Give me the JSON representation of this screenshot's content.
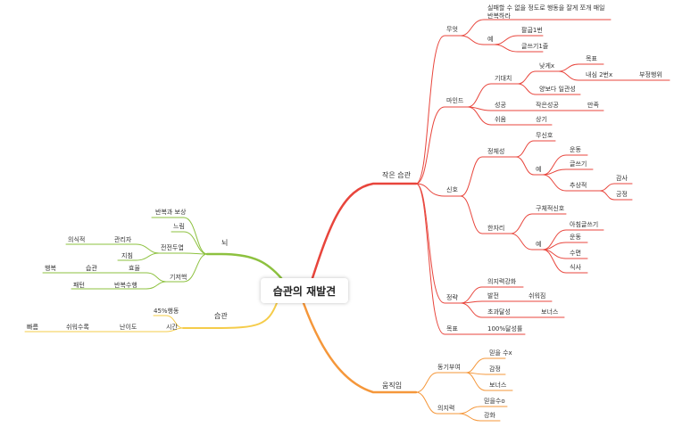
{
  "root": "습관의 재발견",
  "colors": {
    "red": "#e8453c",
    "orange": "#f5973a",
    "green": "#8dc13f",
    "yellow": "#f5cc4a"
  },
  "right_top": {
    "label": "작은 습관",
    "what": {
      "label": "무엇",
      "text": "실패할 수 없을 정도로 행동을 잘게 쪼개 매일 반복하라",
      "example": {
        "label": "예",
        "items": [
          "팔굽1번",
          "글쓰기1줄"
        ]
      }
    },
    "mind": {
      "label": "마인드",
      "expect": {
        "label": "기대치",
        "low": "낮게x",
        "goal": "목표",
        "inner": "내심 2번x",
        "negative": "부정행위",
        "consistency": "양보다 일관성"
      },
      "success": {
        "label": "성공",
        "small": "작은성공",
        "satisfy": "만족"
      },
      "rest": {
        "label": "쉬움",
        "note": "상기"
      }
    },
    "signal": {
      "label": "신호",
      "identity": {
        "label": "정체성",
        "cue": "무신호",
        "ex": "예",
        "items": [
          "운동",
          "글쓰기"
        ],
        "abstract": "추상적",
        "abstract_items": [
          "감사",
          "긍정"
        ]
      },
      "seat": {
        "label": "한자리",
        "concrete": "구체적신호",
        "ex": "예",
        "items": [
          "아침글쓰기",
          "운동",
          "수면",
          "식사"
        ]
      }
    },
    "strategy": {
      "label": "정략",
      "willpower": "의지력강화",
      "growth": "발전",
      "growth_note": "쉬워짐",
      "exceed": "초과달성",
      "exceed_note": "보너스"
    },
    "goal": {
      "label": "목표",
      "value": "100%달성률"
    }
  },
  "right_bottom": {
    "label": "움직임",
    "motivation": {
      "label": "동기부여",
      "items": [
        "믿을 수x",
        "감정",
        "보너스"
      ]
    },
    "will": {
      "label": "의지력",
      "items": [
        "믿을수o",
        "강화"
      ]
    }
  },
  "left_top": {
    "label": "뇌",
    "repeat_reward": "반복과 보상",
    "slow": "느림",
    "prefrontal": {
      "label": "전전두엽",
      "manager": "관리자",
      "conscious": "의식적",
      "tired": "지침"
    },
    "basal": {
      "label": "기저핵",
      "efficient": "효율",
      "habit": "습관",
      "happy": "행복",
      "pattern": "패턴",
      "repeat": "반복수행"
    }
  },
  "left_bottom": {
    "label": "습관",
    "behaviour": "45%행동",
    "time": {
      "label": "시간",
      "difficulty": "난이도",
      "easier": "쉬워수록",
      "faster": "빠름"
    }
  }
}
